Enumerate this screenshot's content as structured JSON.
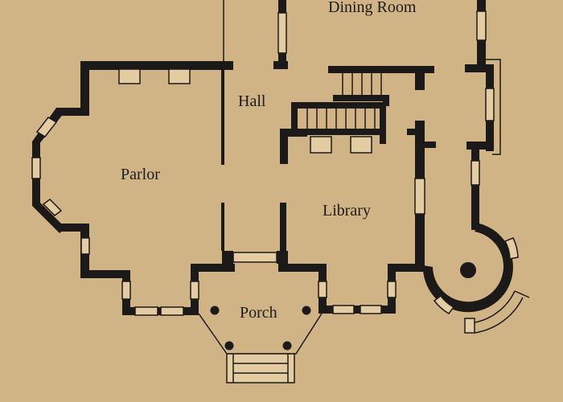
{
  "plan": {
    "rooms": {
      "dining": "Dining Room",
      "hall": "Hall",
      "parlor": "Parlor",
      "library": "Library",
      "porch": "Porch"
    }
  },
  "colors": {
    "background": "#d1b485",
    "wall": "#1c1a18",
    "window_fill": "#e3cba2"
  }
}
